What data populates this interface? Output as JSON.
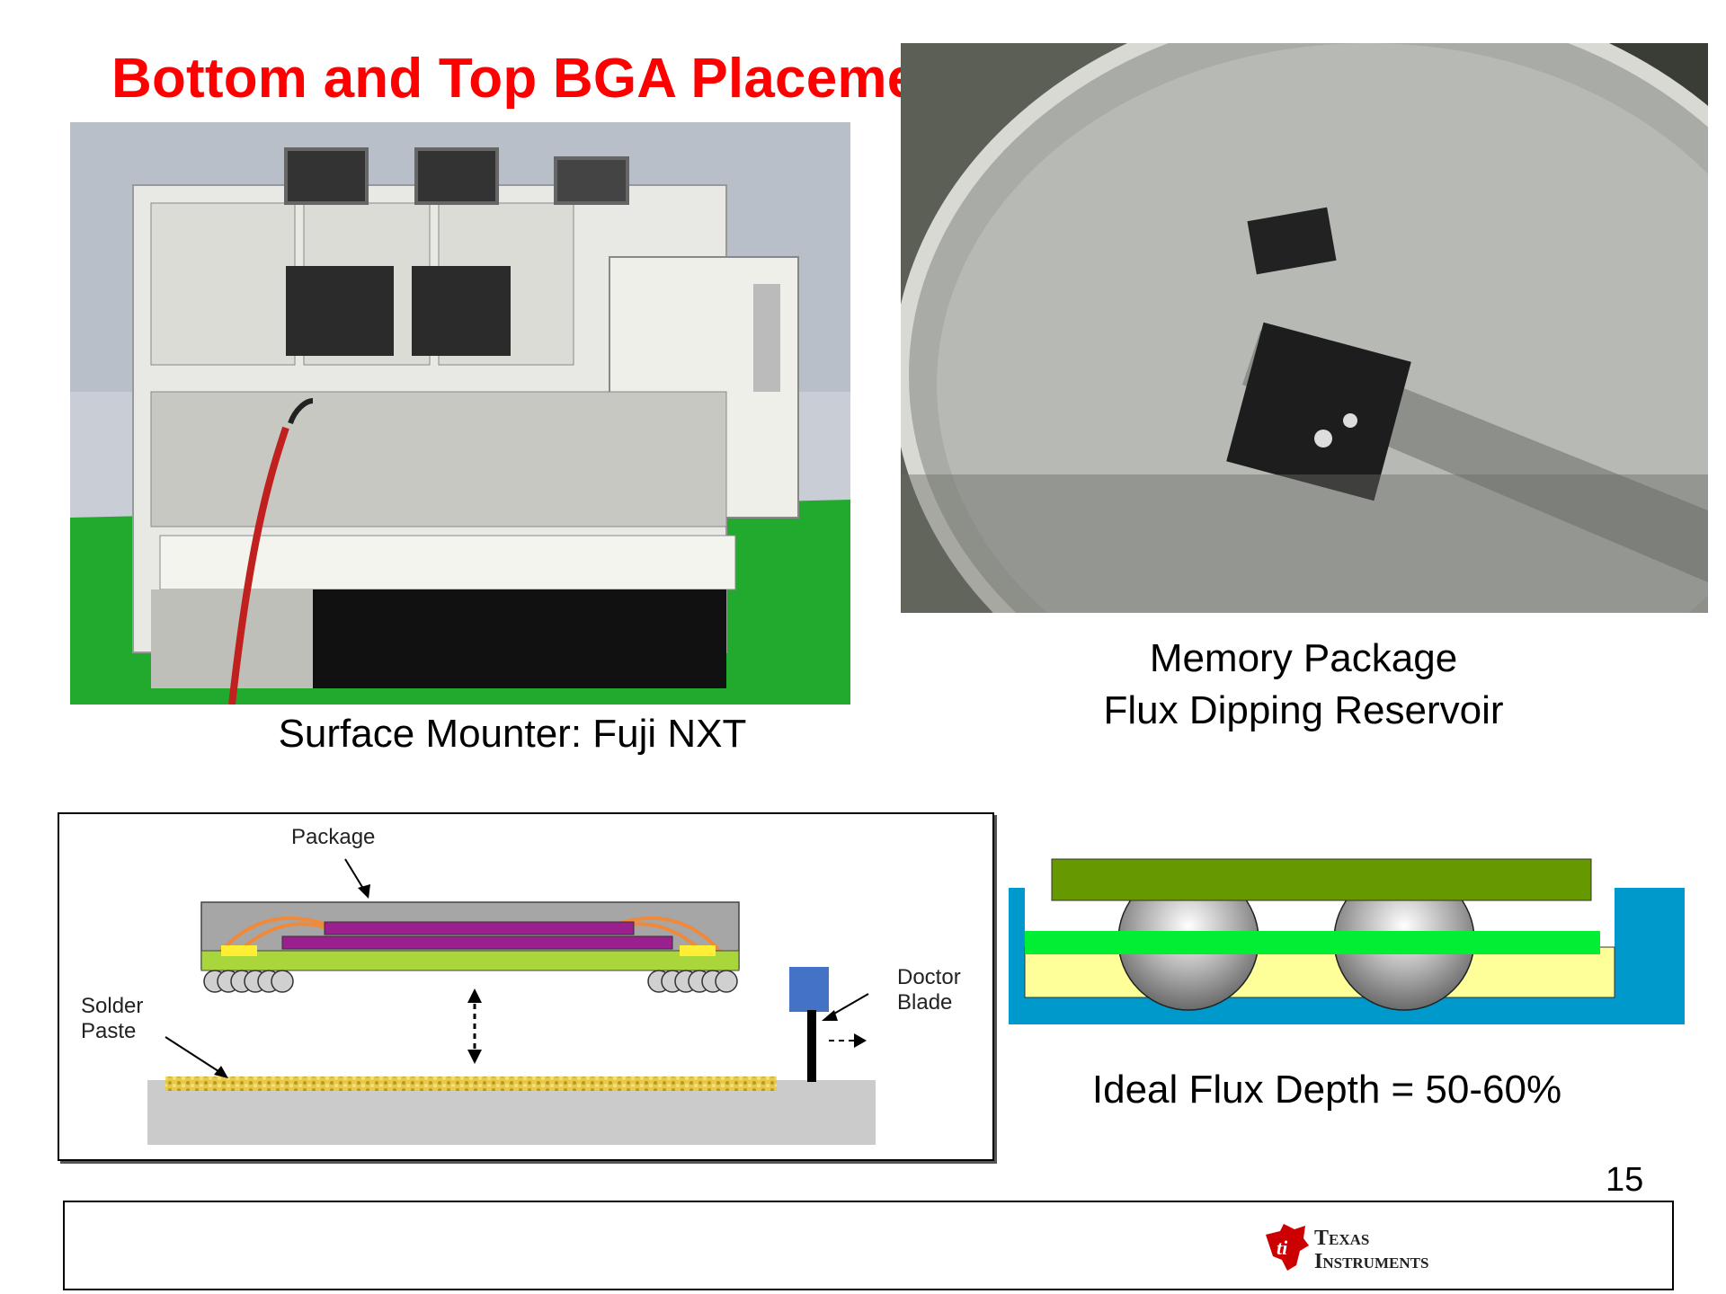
{
  "slide": {
    "title": "Bottom and Top BGA Placement",
    "page_number": "15"
  },
  "photos": {
    "mounter_caption": "Surface Mounter: Fuji NXT",
    "reservoir_caption_line1": "Memory Package",
    "reservoir_caption_line2": "Flux Dipping Reservoir"
  },
  "diagram": {
    "package_label": "Package",
    "solder_label_line1": "Solder",
    "solder_label_line2": "Paste",
    "doctor_label_line1": "Doctor",
    "doctor_label_line2": "Blade"
  },
  "flux": {
    "caption": "Ideal Flux Depth = 50-60%"
  },
  "footer": {
    "logo_line1": "Texas",
    "logo_line2": "Instruments"
  },
  "colors": {
    "title": "#ff0000",
    "reservoir_blue": "#0099cc",
    "flux_green": "#00ee33",
    "substrate_green": "#669900",
    "paste_yellow": "#ffff99",
    "blade_blue": "#4472c4",
    "package_purple": "#9a1f8f"
  }
}
